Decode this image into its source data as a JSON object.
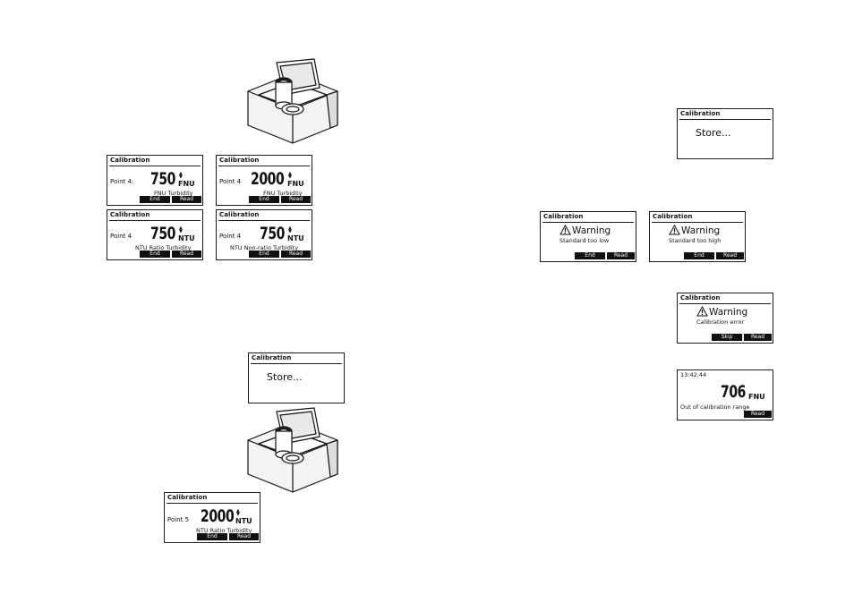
{
  "screens": {
    "fnu750": {
      "title": "Calibration",
      "point": "Point 4:",
      "value": "750",
      "unit": "FNU",
      "mode": "FNU Turbidity",
      "soft_left": "End",
      "soft_right": "Read"
    },
    "fnu2000": {
      "title": "Calibration",
      "point": "Point 4",
      "value": "2000",
      "unit": "FNU",
      "mode": "FNU Turbidity",
      "soft_left": "End",
      "soft_right": "Read"
    },
    "ntu750_ratio": {
      "title": "Calibration",
      "point": "Point 4",
      "value": "750",
      "unit": "NTU",
      "mode": "NTU Ratio Turbidity",
      "soft_left": "End",
      "soft_right": "Read"
    },
    "ntu750_nonratio": {
      "title": "Calibration",
      "point": "Point 4",
      "value": "750",
      "unit": "NTU",
      "mode": "NTU Non-ratio Turbidity",
      "soft_left": "End",
      "soft_right": "Read"
    },
    "store_left": {
      "title": "Calibration",
      "message": "Store..."
    },
    "ntu2000_ratio": {
      "title": "Calibration",
      "point": "Point 5",
      "value": "2000",
      "unit": "NTU",
      "mode": "NTU Ratio Turbidity",
      "soft_left": "End",
      "soft_right": "Read"
    },
    "store_right": {
      "title": "Calibration",
      "message": "Store..."
    },
    "warn_low": {
      "title": "Calibration",
      "heading": "Warning",
      "message": "Standard too low",
      "soft_left": "End",
      "soft_right": "Read"
    },
    "warn_high": {
      "title": "Calibration",
      "heading": "Warning",
      "message": "Standard too high",
      "soft_left": "End",
      "soft_right": "Read"
    },
    "warn_error": {
      "title": "Calibration",
      "heading": "Warning",
      "message": "Calibration error",
      "soft_left": "Skip",
      "soft_right": "Read"
    },
    "reading": {
      "time": "13:42:44",
      "value": "706",
      "unit": "FNU",
      "message": "Out of calibration range",
      "soft_right": "Read"
    }
  },
  "illustrations": [
    "turbidimeter-top-illustration",
    "turbidimeter-bottom-illustration"
  ]
}
